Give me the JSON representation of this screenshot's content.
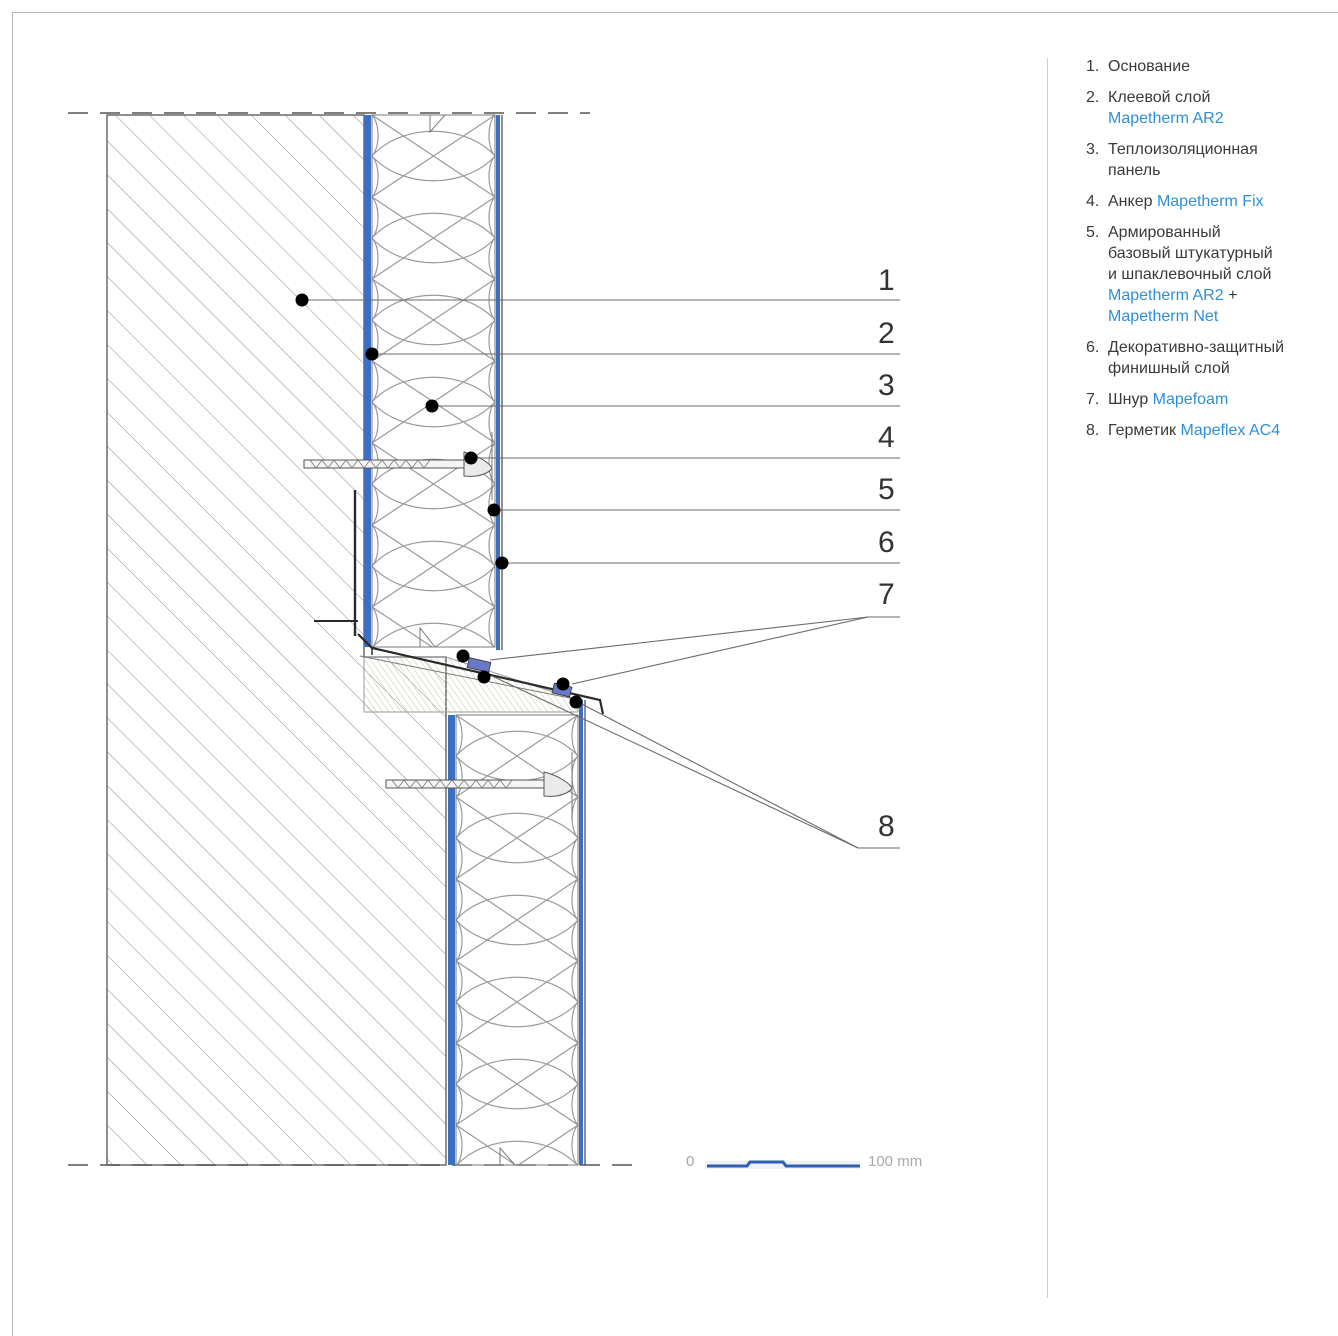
{
  "colors": {
    "accent": "#2f8fd6",
    "layer_blue": "#3a6fc2",
    "line": "#555555",
    "text": "#3a3a3a"
  },
  "callouts": [
    "1",
    "2",
    "3",
    "4",
    "5",
    "6",
    "7",
    "8"
  ],
  "scale": {
    "start": "0",
    "end": "100 mm"
  },
  "legend": [
    {
      "num": "1.",
      "parts": [
        {
          "t": "Основание",
          "brand": false
        }
      ]
    },
    {
      "num": "2.",
      "parts": [
        {
          "t": "Клеевой слой",
          "brand": false
        },
        {
          "t": "Mapetherm AR2",
          "brand": true
        }
      ]
    },
    {
      "num": "3.",
      "parts": [
        {
          "t": "Теплоизоляционная",
          "brand": false
        },
        {
          "t": "панель",
          "brand": false
        }
      ]
    },
    {
      "num": "4.",
      "parts": [
        {
          "t": "Анкер",
          "brand": false
        },
        {
          "t": "Mapetherm Fix",
          "brand": true
        }
      ]
    },
    {
      "num": "5.",
      "parts": [
        {
          "t": "Армированный",
          "brand": false
        },
        {
          "t": "базовый штукатурный",
          "brand": false
        },
        {
          "t": "и шпаклевочный слой",
          "brand": false
        },
        {
          "t": "Mapetherm AR2",
          "brand": true
        },
        {
          "t": "+",
          "brand": false
        },
        {
          "t": "Mapetherm Net",
          "brand": true
        }
      ]
    },
    {
      "num": "6.",
      "parts": [
        {
          "t": "Декоративно-защитный",
          "brand": false
        },
        {
          "t": "финишный слой",
          "brand": false
        }
      ]
    },
    {
      "num": "7.",
      "parts": [
        {
          "t": "Шнур",
          "brand": false
        },
        {
          "t": "Mapefoam",
          "brand": true
        }
      ]
    },
    {
      "num": "8.",
      "parts": [
        {
          "t": "Герметик",
          "brand": false
        },
        {
          "t": "Mapeflex AC4",
          "brand": true
        }
      ]
    }
  ]
}
